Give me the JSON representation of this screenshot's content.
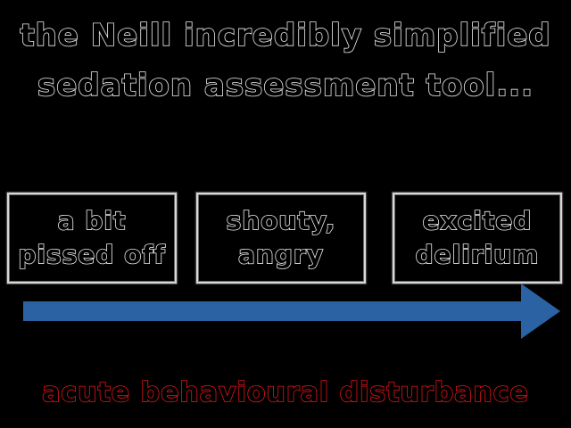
{
  "title": {
    "line1": "the Neill incredibly simplified",
    "line2": "sedation assessment tool..."
  },
  "stages": [
    {
      "line1": "a bit",
      "line2": "pissed off"
    },
    {
      "line1": "shouty,",
      "line2": "angry"
    },
    {
      "line1": "excited",
      "line2": "delirium"
    }
  ],
  "axis_label": "acute behavioural disturbance",
  "colors": {
    "background": "#000000",
    "text_outline": "#e9e9e9",
    "arrow": "#2b62a3",
    "accent_red": "#e0141b"
  },
  "icons": {
    "arrow": "right-arrow-icon"
  }
}
